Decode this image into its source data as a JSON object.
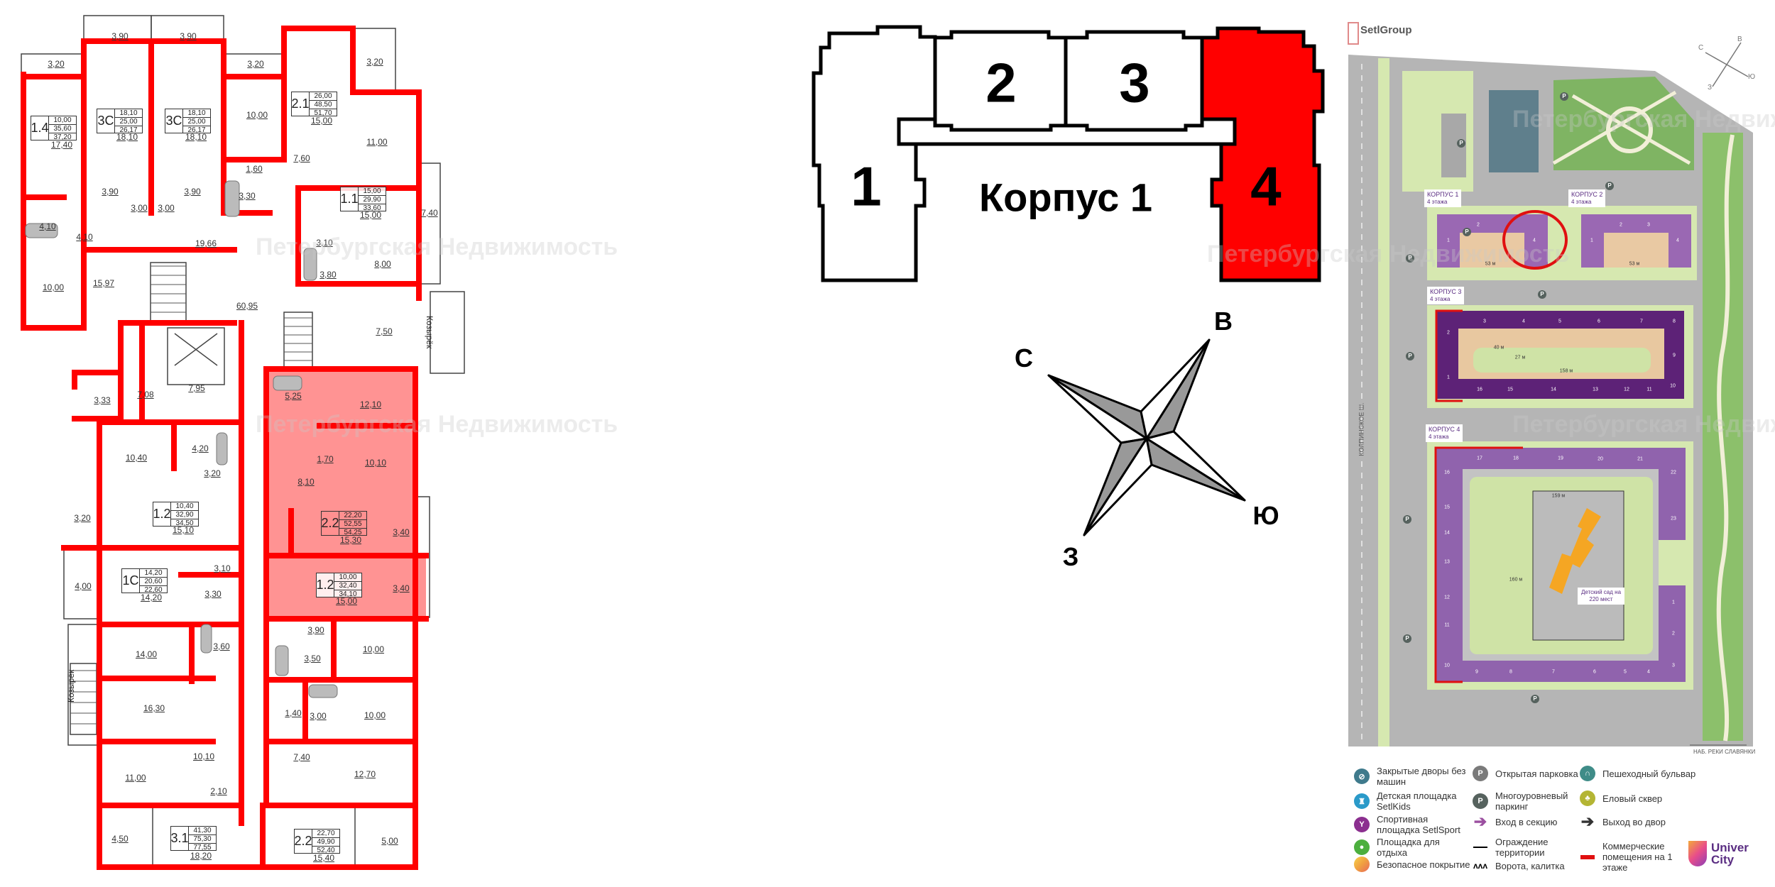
{
  "floor_plan": {
    "canopy_label": "Козырёк",
    "apartments": [
      {
        "type": "1.4",
        "areas": [
          "10,00",
          "35,60",
          "37,20"
        ]
      },
      {
        "type": "3C",
        "areas": [
          "18,10",
          "25,00",
          "26,17"
        ]
      },
      {
        "type": "3C",
        "areas": [
          "18,10",
          "25,00",
          "26,17"
        ]
      },
      {
        "type": "2.1",
        "areas": [
          "26,00",
          "48,50",
          "51,70"
        ]
      },
      {
        "type": "1.1",
        "areas": [
          "15,00",
          "29,90",
          "33,60"
        ]
      },
      {
        "type": "1.2",
        "areas": [
          "10,40",
          "32,90",
          "34,50"
        ]
      },
      {
        "type": "2.2",
        "areas": [
          "22,20",
          "52,55",
          "54,25"
        ],
        "highlighted": true
      },
      {
        "type": "1C",
        "areas": [
          "14,20",
          "20,60",
          "22,60"
        ]
      },
      {
        "type": "1.2",
        "areas": [
          "10,00",
          "32,40",
          "34,10"
        ]
      },
      {
        "type": "3.1",
        "areas": [
          "41,30",
          "75,30",
          "77,55"
        ]
      },
      {
        "type": "2.2",
        "areas": [
          "22,70",
          "49,90",
          "52,40"
        ]
      }
    ],
    "rooms": [
      "3,90",
      "3,90",
      "3,20",
      "3,20",
      "3,20",
      "17,40",
      "18,10",
      "18,10",
      "10,00",
      "15,00",
      "11,00",
      "7,60",
      "1,60",
      "3,90",
      "3,90",
      "3,00",
      "3,00",
      "3,30",
      "15,00",
      "7,40",
      "4,10",
      "4,10",
      "19,66",
      "3,10",
      "8,00",
      "3,80",
      "10,00",
      "15,97",
      "60,95",
      "7,50",
      "7,95",
      "3,33",
      "7,08",
      "5,25",
      "12,10",
      "4,20",
      "10,40",
      "1,70",
      "10,10",
      "3,20",
      "8,10",
      "3,20",
      "15,10",
      "15,30",
      "3,40",
      "3,10",
      "4,00",
      "14,20",
      "3,30",
      "15,00",
      "3,40",
      "3,90",
      "3,60",
      "14,00",
      "3,50",
      "10,00",
      "16,30",
      "1,40",
      "3,00",
      "10,00",
      "10,10",
      "7,40",
      "11,00",
      "2,10",
      "12,70",
      "4,50",
      "18,20",
      "15,40",
      "5,00"
    ],
    "highlight_color": "#ff8080",
    "wall_color": "#ff0000"
  },
  "key_plan": {
    "building_label": "Корпус 1",
    "sections": [
      "1",
      "2",
      "3",
      "4"
    ],
    "highlighted_section": "4",
    "highlight_color": "#ff0000"
  },
  "compass": {
    "north": "С",
    "east": "В",
    "south": "Ю",
    "west": "З"
  },
  "site_plan": {
    "brand_logo": "SetlGroup",
    "compass": {
      "north": "С",
      "east": "В",
      "south": "Ю",
      "west": "З"
    },
    "buildings": [
      {
        "label": "КОРПУС 1",
        "floors": "4 этажа",
        "sections": [
          "1",
          "2",
          "4"
        ],
        "width_label": "53 м"
      },
      {
        "label": "КОРПУС 2",
        "floors": "4 этажа",
        "sections": [
          "1",
          "2",
          "3",
          "4"
        ],
        "width_label": "53 м"
      },
      {
        "label": "КОРПУС 3",
        "floors": "4 этажа",
        "sections": [
          "1",
          "2",
          "3",
          "4",
          "5",
          "6",
          "7",
          "8",
          "9",
          "10",
          "11",
          "12",
          "13",
          "14",
          "15",
          "16"
        ],
        "dimensions": [
          "40 м",
          "27 м",
          "158 м"
        ]
      },
      {
        "label": "КОРПУС 4",
        "floors": "4 этажа",
        "sections": [
          "1",
          "2",
          "3",
          "4",
          "5",
          "6",
          "7",
          "8",
          "9",
          "10",
          "11",
          "12",
          "13",
          "14",
          "15",
          "16",
          "17",
          "18",
          "19",
          "20",
          "21",
          "22",
          "23"
        ],
        "dimensions": [
          "159 м",
          "160 м"
        ]
      }
    ],
    "kindergarten": "Детский сад на 220 мест",
    "roads": [
      "КОЛПИНСКОЕ Ш.",
      "НАБ. РЕКИ СЛАВЯНКИ"
    ],
    "parking_label": "P",
    "colors": {
      "korpus3": "#5d2277",
      "korpus4": "#9063ad",
      "korpus12": "#9a68b3",
      "selection": "#e01010",
      "kindergarten": "#f5a623"
    }
  },
  "legend": {
    "items": [
      {
        "icon": "no-cars-courtyard-icon",
        "label": "Закрытые дворы без машин",
        "color": "#3f7a8c"
      },
      {
        "icon": "playground-icon",
        "label": "Детская площадка SetlKids",
        "color": "#2a9ac9"
      },
      {
        "icon": "sports-ground-icon",
        "label": "Спортивная площадка SetlSport",
        "color": "#8b2f8f"
      },
      {
        "icon": "rest-area-icon",
        "label": "Площадка для отдыха",
        "color": "#4caf3e"
      },
      {
        "icon": "safe-surface-icon",
        "label": "Безопасное покрытие",
        "color": "#f0b040"
      },
      {
        "icon": "open-parking-icon",
        "label": "Открытая парковка",
        "color": "#7a7a7a"
      },
      {
        "icon": "multilevel-parking-icon",
        "label": "Многоуровневый паркинг",
        "color": "#56625e"
      },
      {
        "icon": "section-entrance-arrow-icon",
        "label": "Вход в секцию",
        "color": "#9b4fa0"
      },
      {
        "icon": "fence-line-icon",
        "label": "Ограждение территории",
        "color": "#000000"
      },
      {
        "icon": "gate-icon",
        "label": "Ворота, калитка",
        "color": "#000000"
      },
      {
        "icon": "pedestrian-boulevard-icon",
        "label": "Пешеходный бульвар",
        "color": "#3f8c88"
      },
      {
        "icon": "spruce-square-icon",
        "label": "Еловый сквер",
        "color": "#b4b534"
      },
      {
        "icon": "courtyard-exit-arrow-icon",
        "label": "Выход во двор",
        "color": "#333333"
      },
      {
        "icon": "commercial-premises-icon",
        "label": "Коммерческие помещения на 1 этаже",
        "color": "#e01010"
      }
    ]
  },
  "univer_city_logo": "Univer City",
  "watermark": "Петербургская Недвижимость"
}
